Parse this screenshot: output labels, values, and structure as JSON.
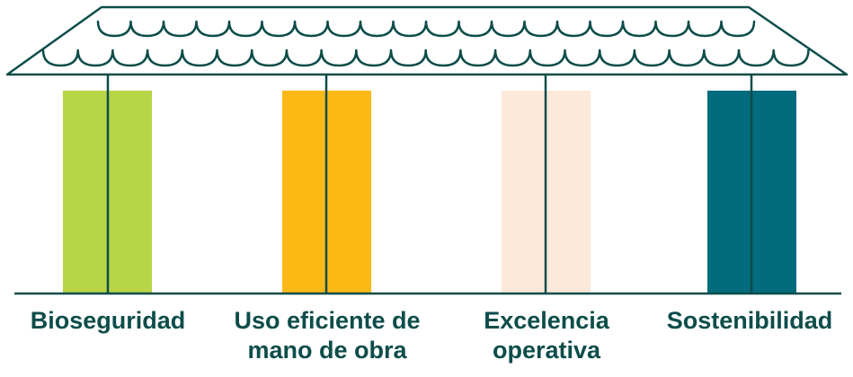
{
  "colors": {
    "outline": "#0d4d4a",
    "pillar_1": "#b7d547",
    "pillar_2": "#fbb916",
    "pillar_3": "#fde9da",
    "pillar_4": "#026b7d"
  },
  "pillars": [
    {
      "label_line1": "Bioseguridad",
      "label_line2": ""
    },
    {
      "label_line1": "Uso eficiente de",
      "label_line2": "mano de obra"
    },
    {
      "label_line1": "Excelencia",
      "label_line2": "operativa"
    },
    {
      "label_line1": "Sostenibilidad",
      "label_line2": ""
    }
  ]
}
